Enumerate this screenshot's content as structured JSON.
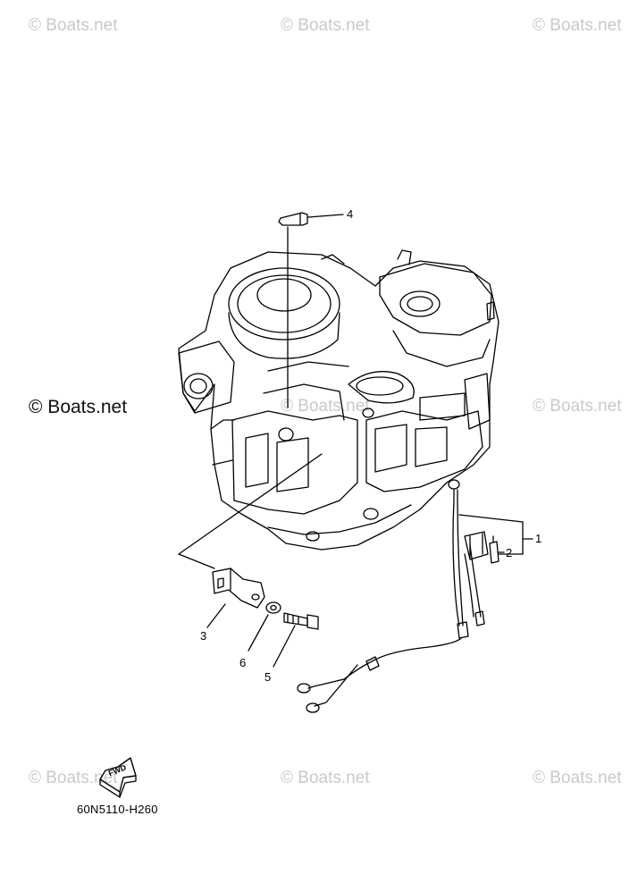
{
  "watermark": {
    "text": "© Boats.net",
    "main_text": "© Boats.net"
  },
  "diagram": {
    "part_code": "60N5110-H260",
    "fwd_label": "FWD",
    "callouts": [
      "1",
      "2",
      "3",
      "4",
      "5",
      "6"
    ]
  },
  "colors": {
    "line": "#000000",
    "watermark": "#c9c9c9",
    "background": "#ffffff"
  }
}
